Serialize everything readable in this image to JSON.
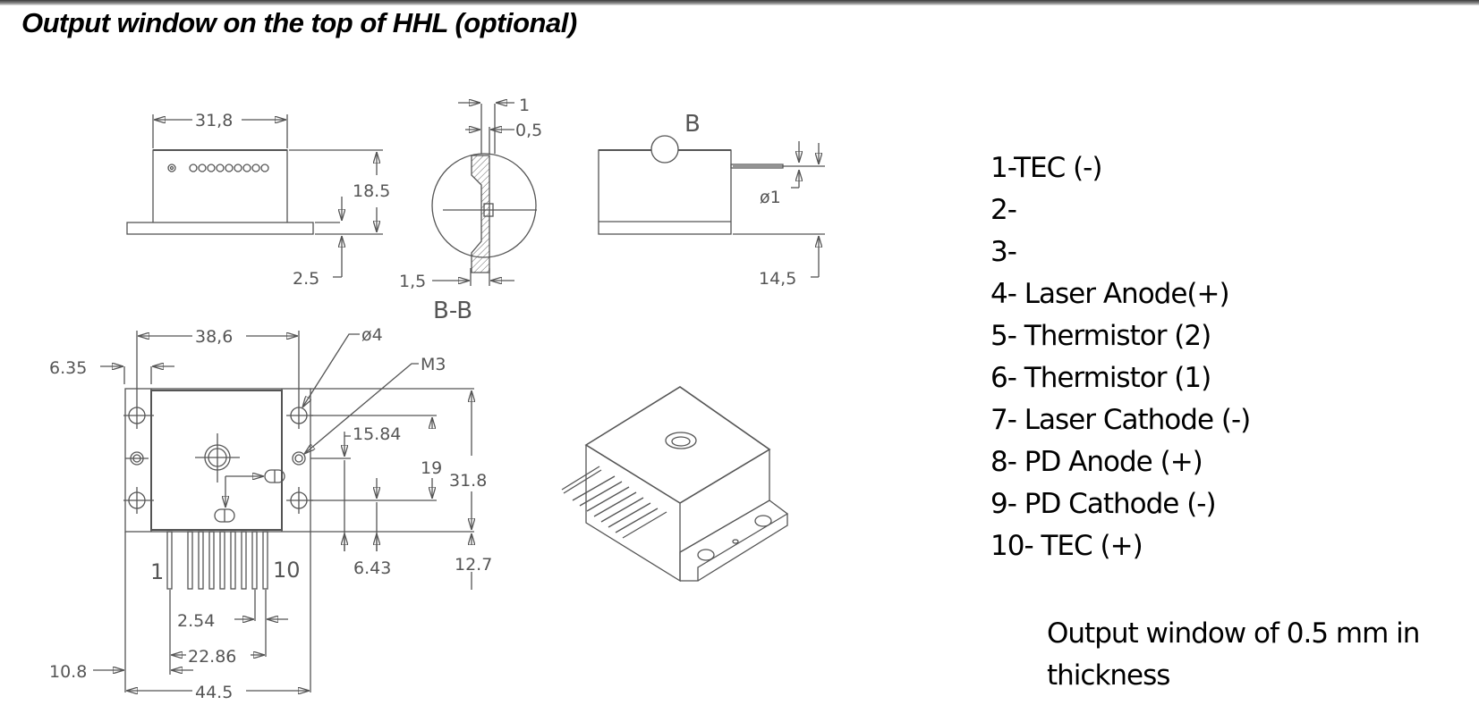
{
  "page": {
    "title": "Output window on the top of HHL (optional)"
  },
  "drawing": {
    "side_view": {
      "width_label": "31,8",
      "height_label": "18.5",
      "flange_label": "2.5"
    },
    "section_view": {
      "dim_top_1": "1",
      "dim_top_2": "0,5",
      "dim_bottom": "1,5",
      "section_label": "B-B"
    },
    "front_view": {
      "detail_label": "B",
      "pin_diameter_label": "ø1",
      "height_label": "14,5"
    },
    "top_view": {
      "width_label": "38,6",
      "offset_label": "6.35",
      "hole_label": "ø4",
      "thread_label": "M3",
      "dim_15_84": "15.84",
      "dim_19": "19",
      "dim_31_8": "31.8",
      "dim_6_43": "6.43",
      "dim_12_7": "12.7",
      "pin_first": "1",
      "pin_last": "10",
      "pitch_label": "2.54",
      "pin_span_label": "22.86",
      "left_offset_label": "10.8",
      "total_width_label": "44.5"
    }
  },
  "pinout": [
    "1-TEC (-)",
    "2-",
    "3-",
    "4- Laser Anode(+)",
    "5- Thermistor (2)",
    "6- Thermistor (1)",
    "7- Laser Cathode (-)",
    "8- PD Anode (+)",
    "9- PD Cathode (-)",
    "10- TEC (+)"
  ],
  "note": "Output window of 0.5 mm in thickness"
}
